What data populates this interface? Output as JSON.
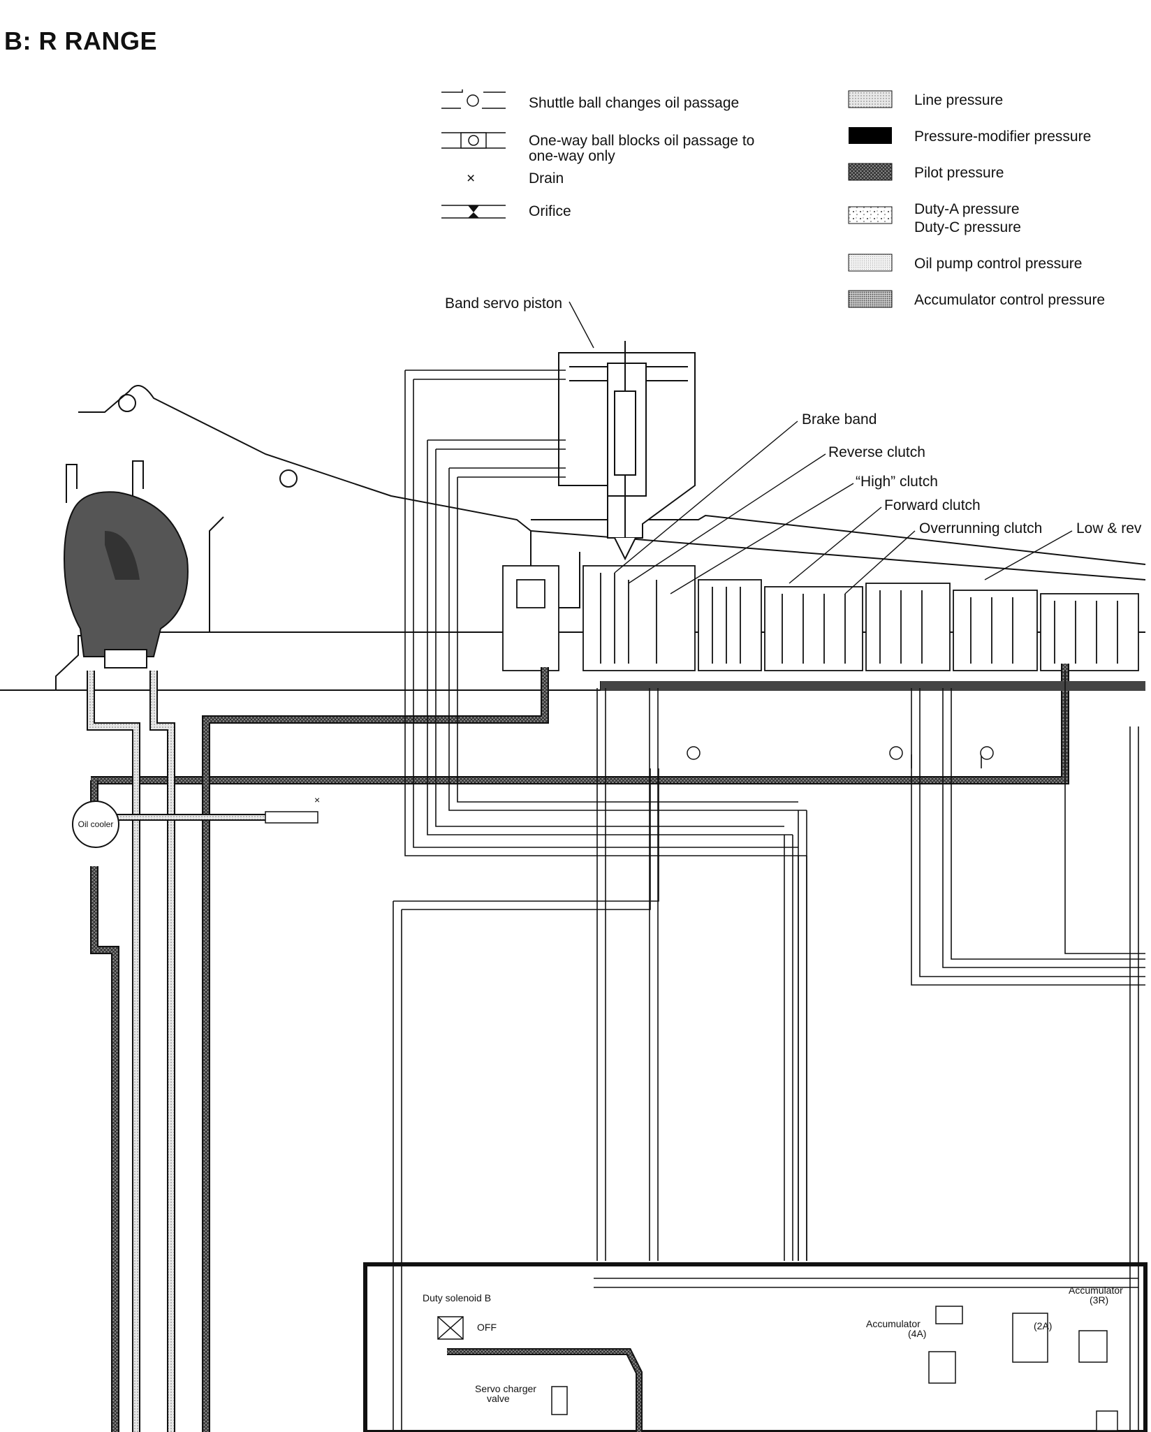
{
  "title": "B: R RANGE",
  "symbols_legend": [
    {
      "icon": "shuttle-ball-symbol",
      "text": "Shuttle ball changes oil passage"
    },
    {
      "icon": "one-way-ball-symbol",
      "text_line1": "One-way ball blocks oil passage to",
      "text_line2": "one-way only"
    },
    {
      "icon": "drain-symbol",
      "glyph": "×",
      "text": "Drain"
    },
    {
      "icon": "orifice-symbol",
      "text": "Orifice"
    }
  ],
  "pressure_legend": [
    {
      "pattern": "dotted-light",
      "text": "Line  pressure"
    },
    {
      "pattern": "solid-black",
      "text": "Pressure-modifier  pressure"
    },
    {
      "pattern": "crosshatch-dark",
      "text": "Pilot  pressure"
    },
    {
      "pattern": "speckled",
      "text_line1": "Duty-A  pressure",
      "text_line2": "Duty-C  pressure"
    },
    {
      "pattern": "fine-dots",
      "text": "Oil pump control pressure"
    },
    {
      "pattern": "dense-dots",
      "text": "Accumulator control pressure"
    }
  ],
  "component_labels": {
    "band_servo_piston": "Band servo piston",
    "brake_band": "Brake band",
    "reverse_clutch": "Reverse clutch",
    "high_clutch": "“High” clutch",
    "forward_clutch": "Forward clutch",
    "overrunning_clutch": "Overrunning clutch",
    "low_reverse": "Low & rev",
    "oil_cooler": "Oil cooler",
    "duty_solenoid_b": "Duty solenoid B",
    "off_state": "OFF",
    "servo_charger_line1": "Servo charger",
    "servo_charger_line2": "valve",
    "accumulator_4a_line1": "Accumulator",
    "accumulator_4a_line2": "(4A)",
    "accumulator_2a": "(2A)",
    "accumulator_3r_line1": "Accumulator",
    "accumulator_3r_line2": "(3R)",
    "drain_mark": "×"
  },
  "colors": {
    "line": "#111111",
    "pilot_fill": "#444444",
    "line_pressure_fill": "#bdbdbd",
    "passage_fill": "#ffffff"
  }
}
